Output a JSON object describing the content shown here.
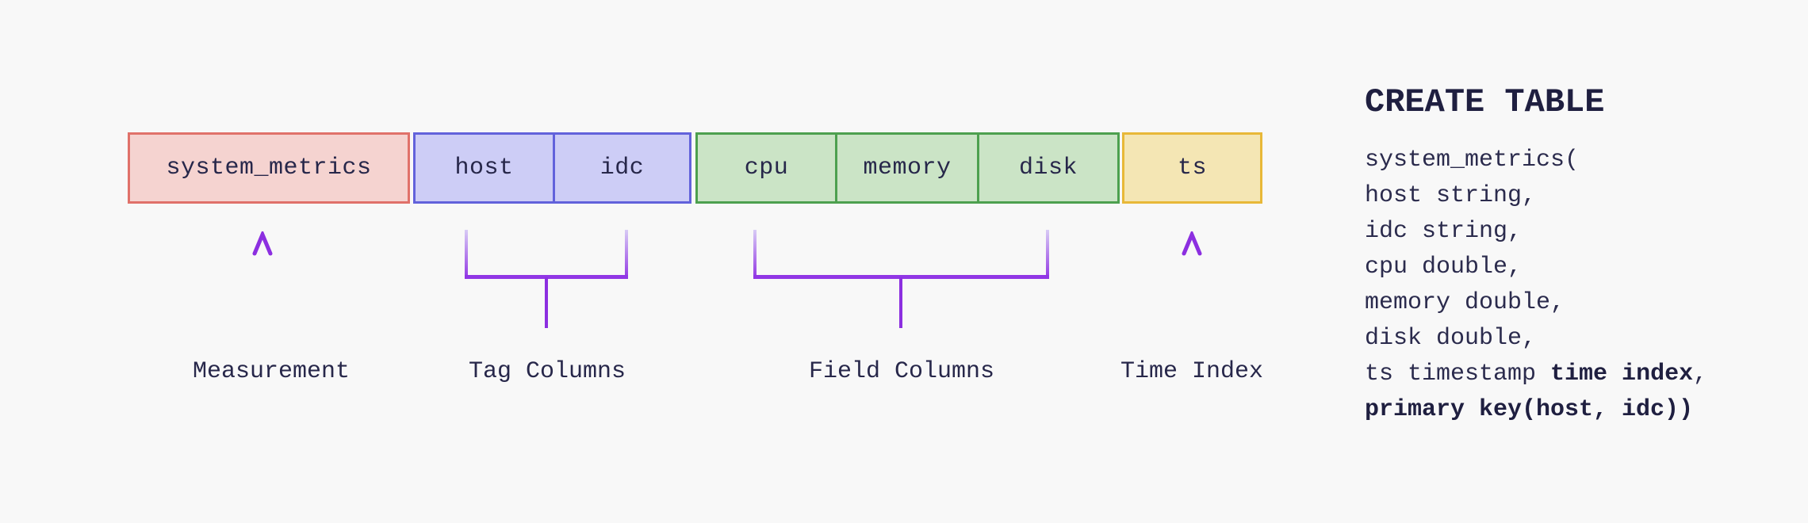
{
  "table_diagram": {
    "boxes": [
      {
        "label": "system_metrics",
        "role": "measurement"
      },
      {
        "label": "host",
        "role": "tag"
      },
      {
        "label": "idc",
        "role": "tag"
      },
      {
        "label": "cpu",
        "role": "field"
      },
      {
        "label": "memory",
        "role": "field"
      },
      {
        "label": "disk",
        "role": "field"
      },
      {
        "label": "ts",
        "role": "time"
      }
    ],
    "annotation_labels": {
      "measurement": "Measurement",
      "tags": "Tag Columns",
      "fields": "Field Columns",
      "time": "Time Index"
    },
    "colors": {
      "background": "#f8f8f8",
      "text": "#27274a",
      "measurement_fill": "#f5d3d0",
      "measurement_border": "#e0716a",
      "tag_fill": "#cdcdf6",
      "tag_border": "#6262db",
      "field_fill": "#cbe4c6",
      "field_border": "#4da04f",
      "time_fill": "#f4e6b4",
      "time_border": "#e8b838",
      "annotation_purple": "#8c2fe0",
      "annotation_purple_light": "#d8cbf5"
    }
  },
  "sql": {
    "title": "CREATE TABLE",
    "lines": [
      "system_metrics(",
      "host string,",
      "idc string,",
      "cpu double,",
      "memory double,",
      "disk double,"
    ],
    "time_index_line": {
      "pre": "ts timestamp ",
      "bold": "time index",
      "post": ","
    },
    "primary_key_line": "primary key(host, idc))"
  }
}
